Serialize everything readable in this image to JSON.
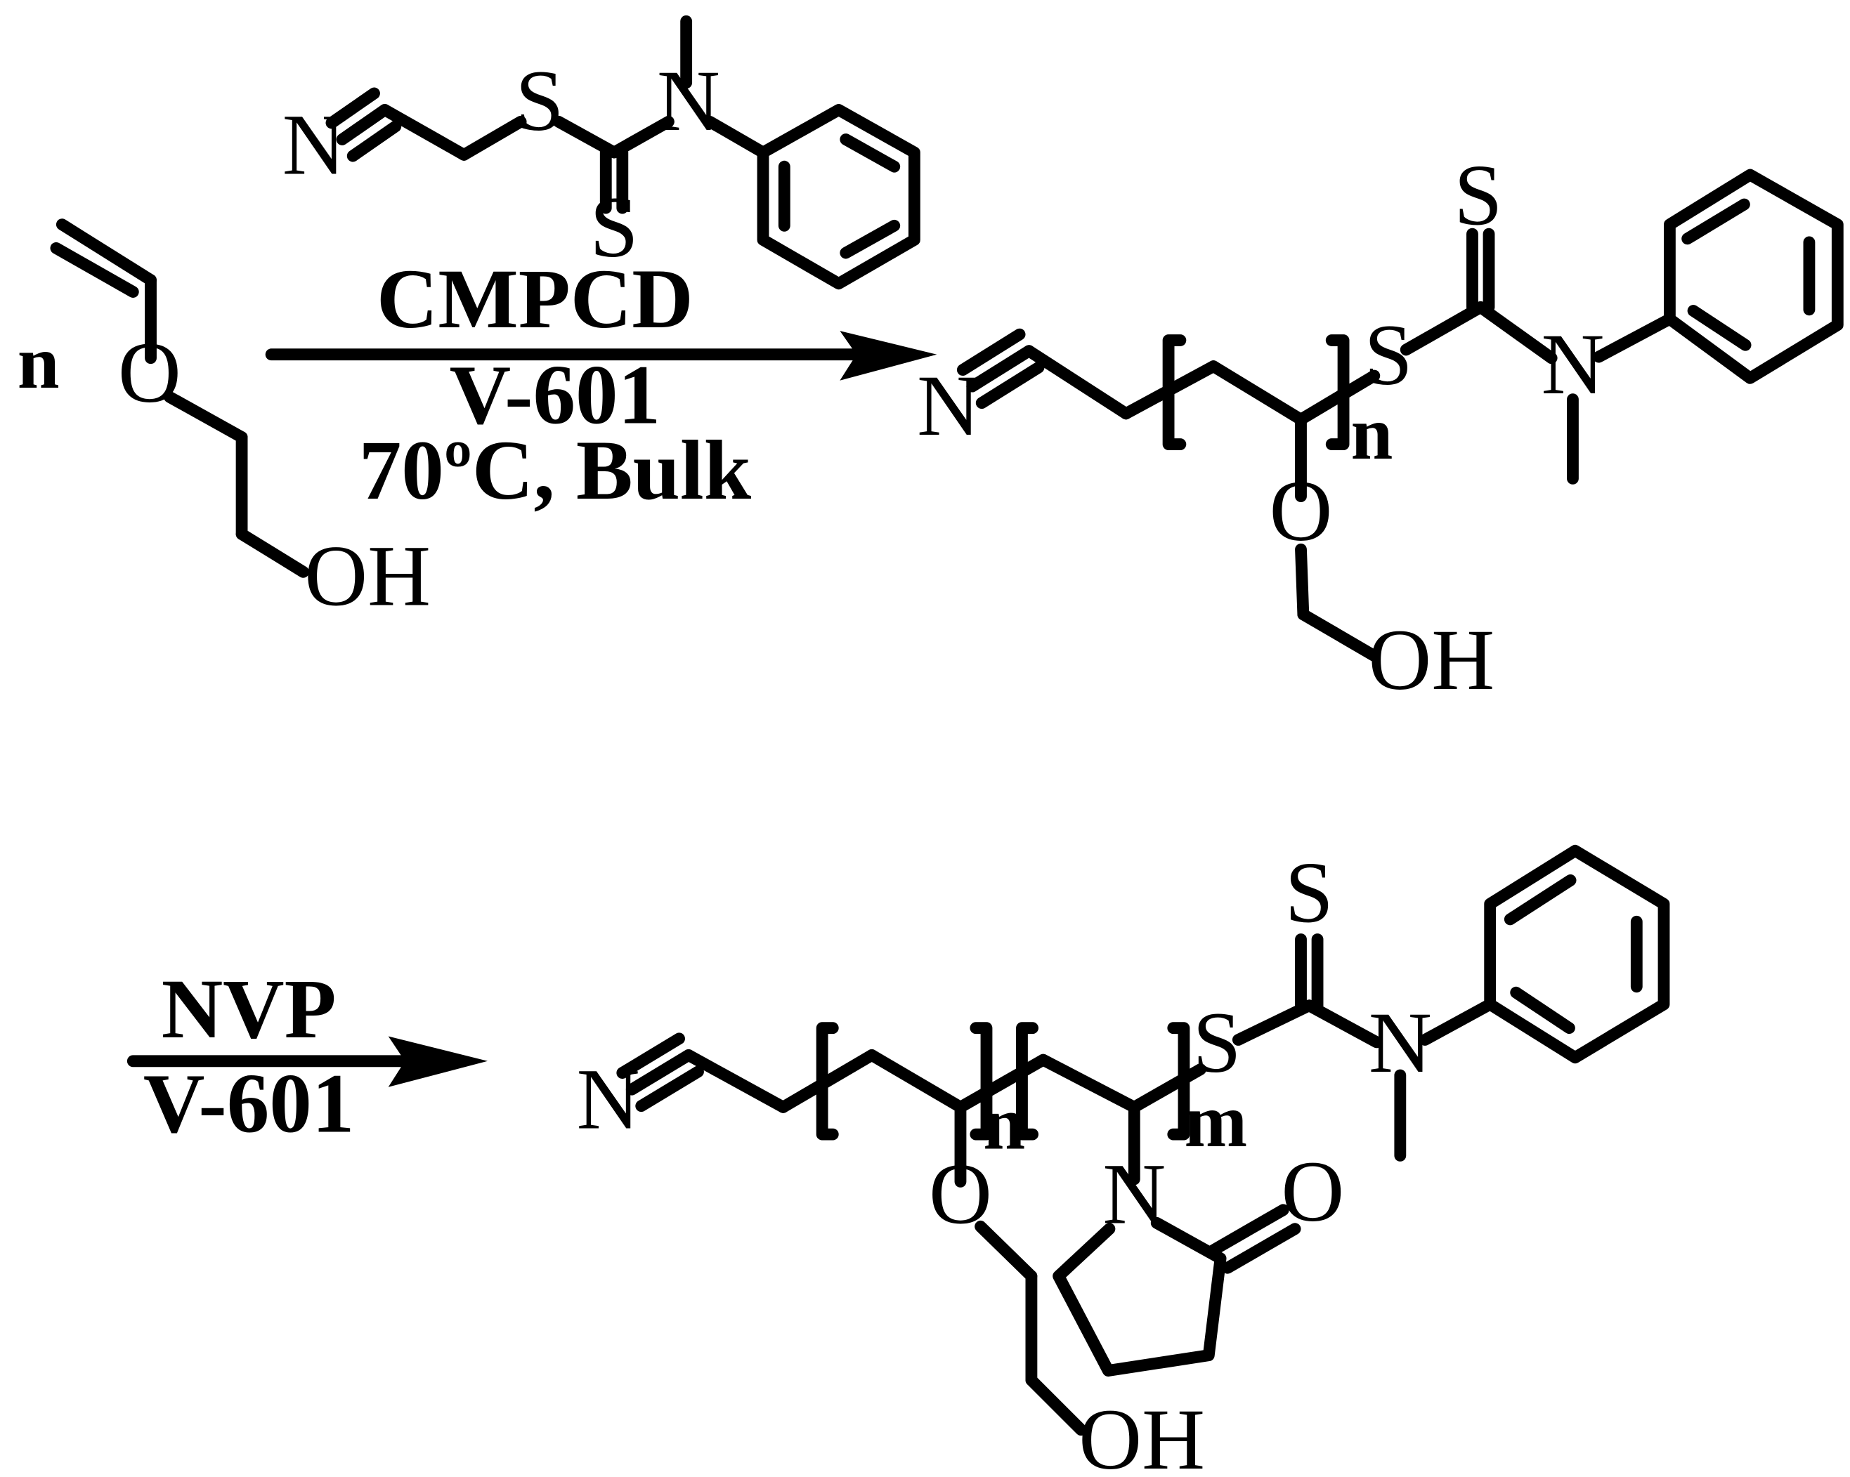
{
  "labels": {
    "N": "N",
    "S": "S",
    "O": "O",
    "OH": "OH",
    "n": "n",
    "m": "m"
  },
  "conditions": {
    "step1_reagent": "CMPCD",
    "step1_initiator": "V-601",
    "step1_conditions": "70ºC, Bulk",
    "step2_monomer": "NVP",
    "step2_initiator": "V-601"
  }
}
